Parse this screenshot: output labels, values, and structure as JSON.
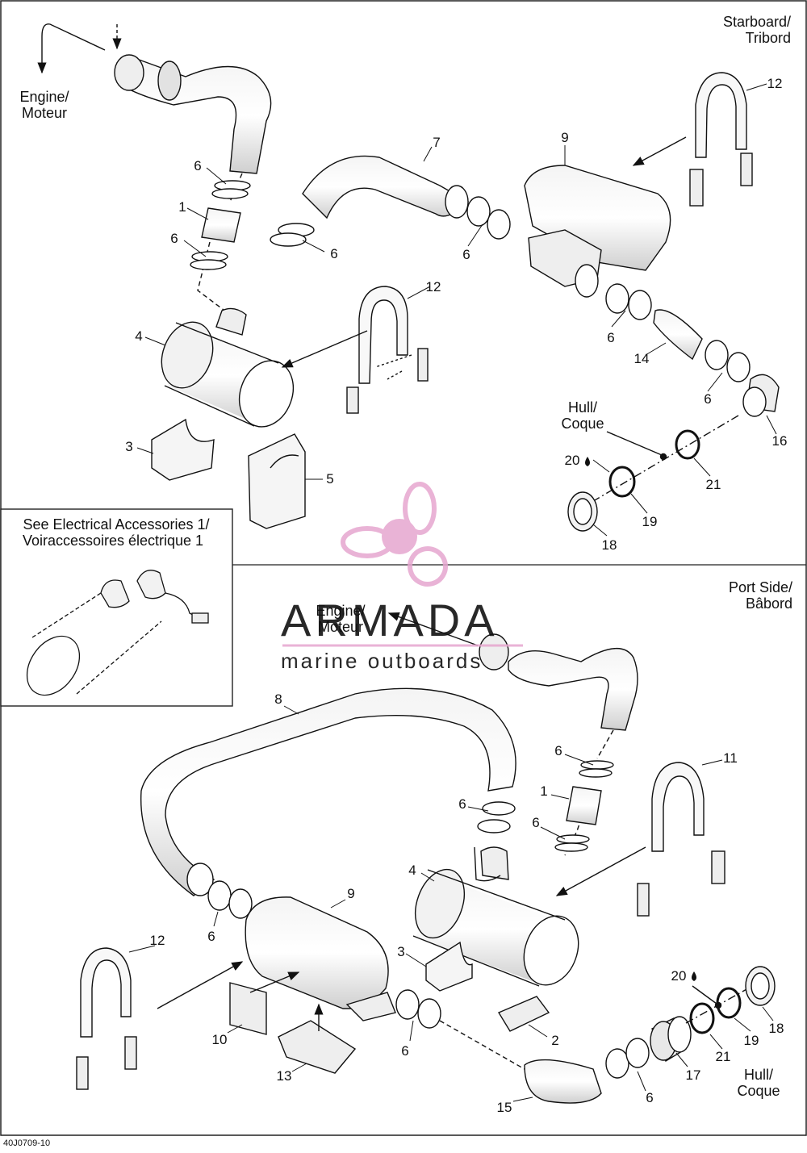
{
  "labels": {
    "starboard_1": "Starboard/",
    "starboard_2": "Tribord",
    "port_1": "Port Side/",
    "port_2": "Bâbord",
    "engine_1": "Engine/",
    "engine_2": "Moteur",
    "hull_1": "Hull/",
    "hull_2": "Coque",
    "see_1": "See Electrical Accessories 1/",
    "see_2": "Voiraccessoires électrique 1",
    "code": "40J0709-10"
  },
  "watermark": {
    "brand": "ARMADA",
    "tagline": "marine outboards",
    "color": "#e6a6cf"
  },
  "parts_top": {
    "p1": "1",
    "p3": "3",
    "p4": "4",
    "p5": "5",
    "p6a": "6",
    "p6b": "6",
    "p6c": "6",
    "p6d": "6",
    "p6e": "6",
    "p6f": "6",
    "p7": "7",
    "p9": "9",
    "p12a": "12",
    "p12b": "12",
    "p14": "14",
    "p16": "16",
    "p18": "18",
    "p19": "19",
    "p20": "20",
    "p21": "21"
  },
  "parts_bottom": {
    "p1": "1",
    "p2": "2",
    "p3": "3",
    "p4": "4",
    "p6a": "6",
    "p6b": "6",
    "p6c": "6",
    "p6d": "6",
    "p6e": "6",
    "p8": "8",
    "p9": "9",
    "p10": "10",
    "p11": "11",
    "p12": "12",
    "p13": "13",
    "p15": "15",
    "p17": "17",
    "p18": "18",
    "p19": "19",
    "p20": "20",
    "p21": "21"
  }
}
